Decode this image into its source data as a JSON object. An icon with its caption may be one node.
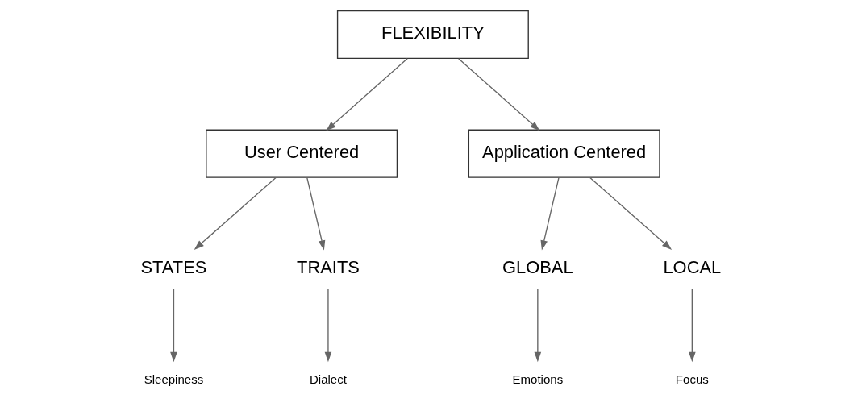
{
  "diagram": {
    "nodes": [
      {
        "text": [
          "FLEXIBILITY"
        ]
      },
      {
        "text": [
          "User Centered"
        ]
      },
      {
        "text": [
          "Application Centered"
        ]
      },
      {
        "text": [
          "STATES"
        ]
      },
      {
        "text": [
          "TRAITS"
        ]
      },
      {
        "text": [
          "GLOBAL"
        ]
      },
      {
        "text": [
          "LOCAL"
        ]
      },
      {
        "text": [
          "Sleepiness"
        ]
      },
      {
        "text": [
          "Dialect"
        ]
      },
      {
        "text": [
          "Emotions"
        ]
      },
      {
        "text": [
          "Focus"
        ]
      }
    ],
    "edges": [
      {
        "from": 0,
        "to": 1,
        "arrow": "to"
      },
      {
        "from": 0,
        "to": 2,
        "arrow": "to"
      },
      {
        "from": 1,
        "to": 3,
        "arrow": "to"
      },
      {
        "from": 1,
        "to": 4,
        "arrow": "to"
      },
      {
        "from": 2,
        "to": 5,
        "arrow": "to"
      },
      {
        "from": 2,
        "to": 6,
        "arrow": "to"
      },
      {
        "from": 3,
        "to": 7,
        "arrow": "to"
      },
      {
        "from": 4,
        "to": 8,
        "arrow": "to"
      },
      {
        "from": 5,
        "to": 9,
        "arrow": "to"
      },
      {
        "from": 6,
        "to": 10,
        "arrow": "to"
      }
    ]
  }
}
